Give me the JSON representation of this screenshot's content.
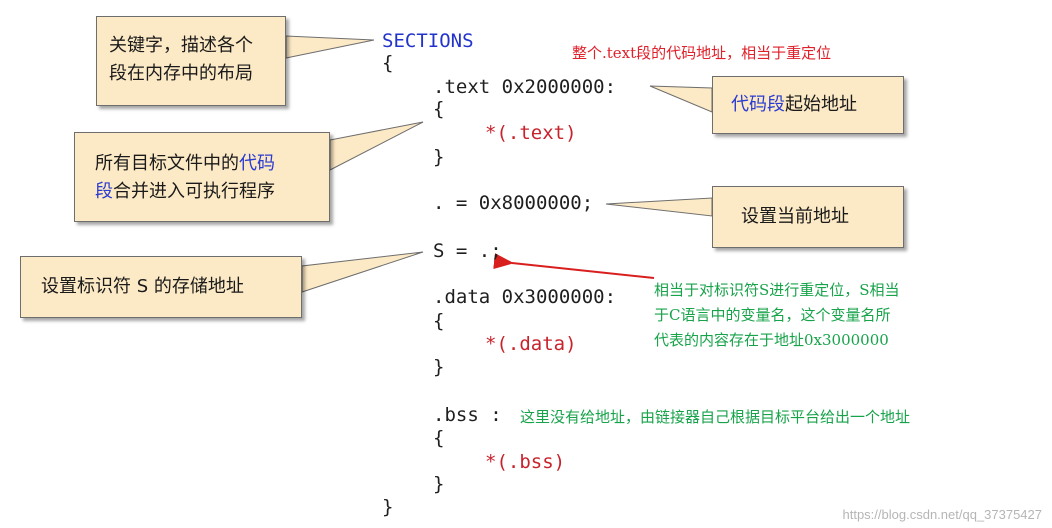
{
  "code": {
    "sections": "SECTIONS",
    "open_brace": "{",
    "text_header": ".text 0x2000000:",
    "text_open": "{",
    "text_body": "*(.text)",
    "text_close": "}",
    "location_assign": ". = 0x8000000;",
    "symbol_assign": "S = .;",
    "data_header": ".data 0x3000000:",
    "data_open": "{",
    "data_body": "*(.data)",
    "data_close": "}",
    "bss_header": ".bss :",
    "bss_open": "{",
    "bss_body": "*(.bss)",
    "bss_close": "}",
    "close_brace": "}"
  },
  "callouts": {
    "keyword_line1": "关键字，描述各个",
    "keyword_line2": "段在内存中的布局",
    "code_start_blue": "代码段",
    "code_start_rest": "起始地址",
    "merge_line1_a": "所有目标文件中的",
    "merge_line1_b": "代码",
    "merge_line2_a": "段",
    "merge_line2_b": "合并进入可执行程序",
    "set_current": "设置当前地址",
    "set_symbol": "设置标识符 S 的存储地址"
  },
  "notes": {
    "text_relocate": "整个.text段的代码地址，相当于重定位",
    "symbol_line1": "相当于对标识符S进行重定位，S相当",
    "symbol_line2": "于C语言中的变量名，这个变量名所",
    "symbol_line3": "代表的内容存在于地址0x3000000",
    "bss_note": "这里没有给地址，由链接器自己根据目标平台给出一个地址"
  },
  "watermark": "https://blog.csdn.net/qq_37375427",
  "colors": {
    "callout_fill": "#fce9c5",
    "keyword_blue": "#2233cc",
    "section_red": "#c8232c",
    "note_red": "#e0202a",
    "note_green": "#17a34a",
    "arrow_red": "#d91e1e"
  }
}
